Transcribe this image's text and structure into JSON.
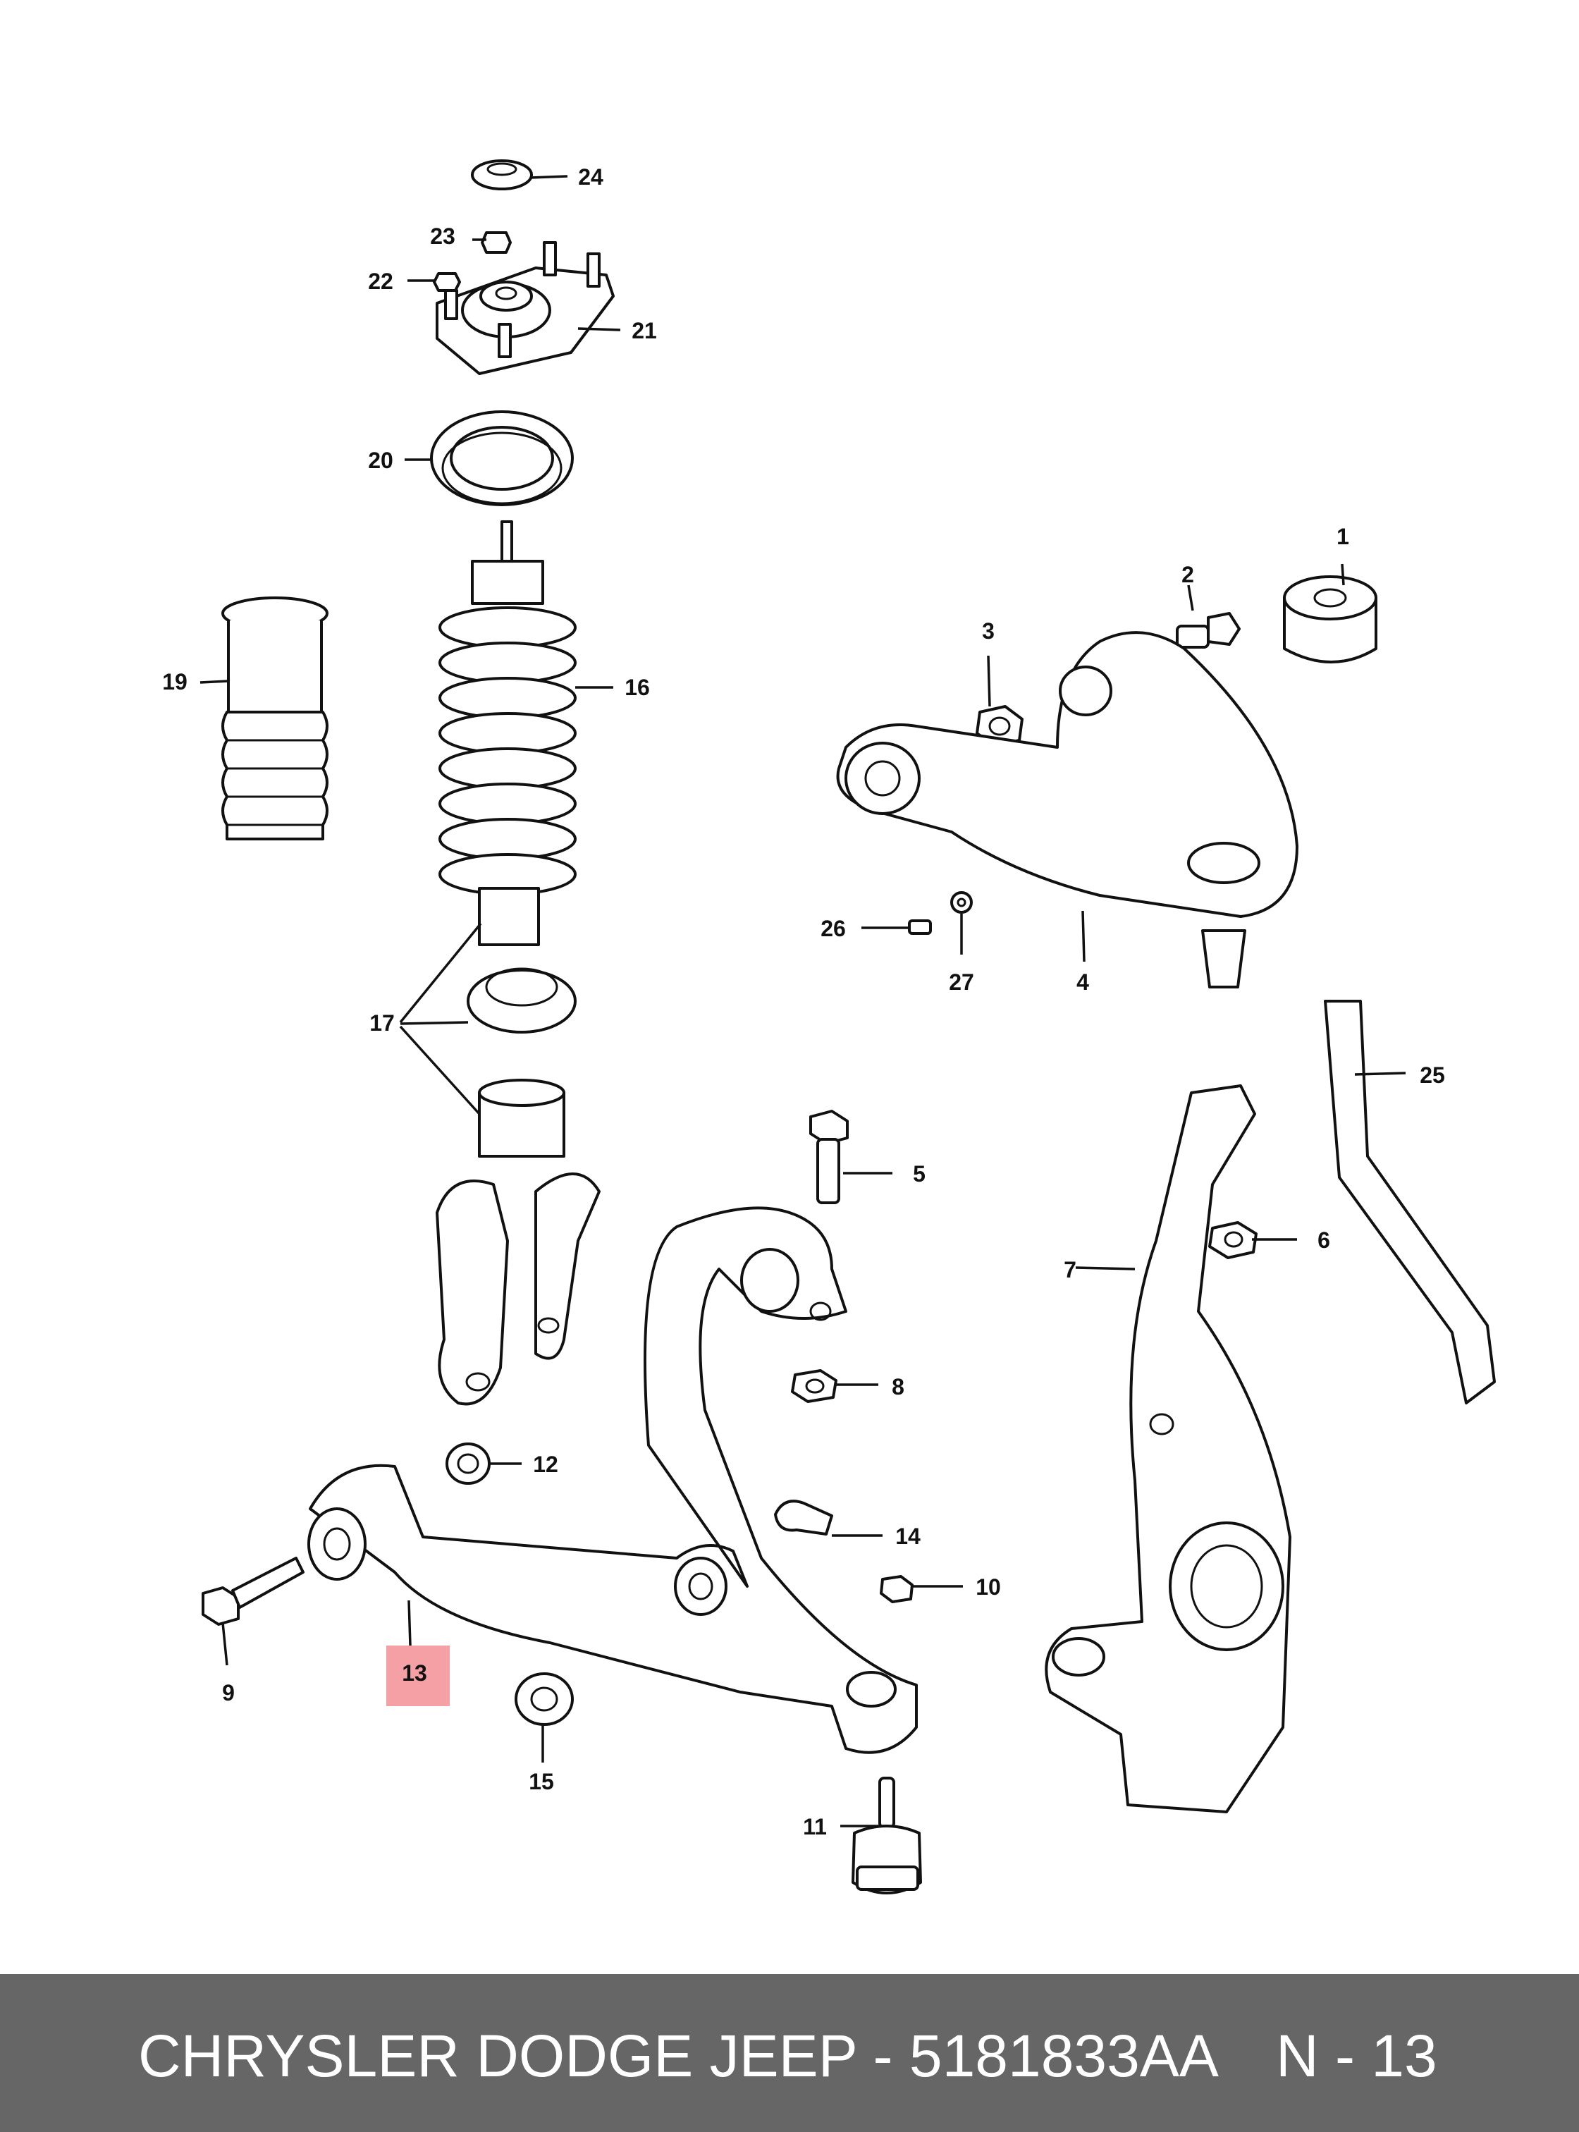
{
  "callouts": {
    "c1": "1",
    "c2": "2",
    "c3": "3",
    "c4": "4",
    "c5": "5",
    "c6": "6",
    "c7": "7",
    "c8": "8",
    "c9": "9",
    "c10": "10",
    "c11": "11",
    "c12": "12",
    "c13": "13",
    "c14": "14",
    "c15": "15",
    "c16": "16",
    "c17": "17",
    "c19": "19",
    "c20": "20",
    "c21": "21",
    "c22": "22",
    "c23": "23",
    "c24": "24",
    "c25": "25",
    "c26": "26",
    "c27": "27"
  },
  "highlight": {
    "callout": "13",
    "color": "#f4a0a4"
  },
  "footer": {
    "title": "CHRYSLER DODGE JEEP - 5181833AA",
    "ref": "N - 13",
    "background": "#666666",
    "text_color": "#ffffff"
  }
}
